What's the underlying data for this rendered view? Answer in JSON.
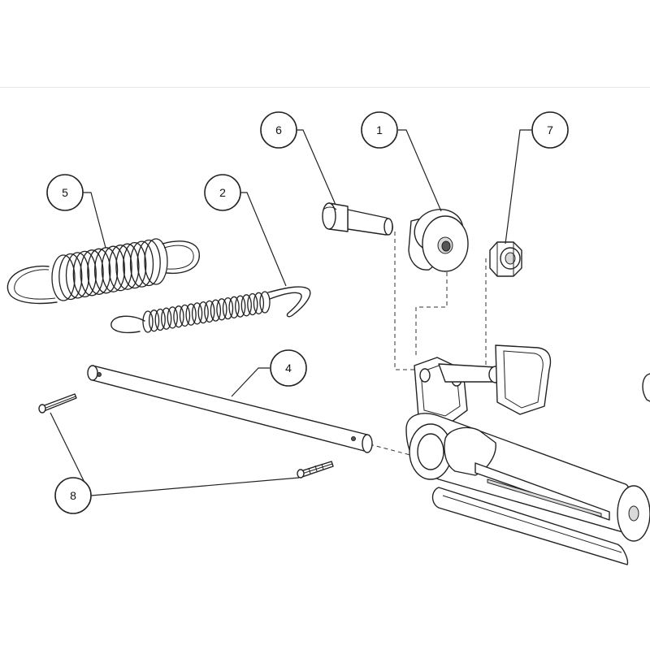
{
  "callouts": [
    {
      "id": "1",
      "label": "1"
    },
    {
      "id": "2",
      "label": "2"
    },
    {
      "id": "4",
      "label": "4"
    },
    {
      "id": "5",
      "label": "5"
    },
    {
      "id": "6",
      "label": "6"
    },
    {
      "id": "7",
      "label": "7"
    },
    {
      "id": "8",
      "label": "8"
    }
  ],
  "colors": {
    "line": "#222222",
    "background": "#ffffff",
    "shade": "#d9d9d9"
  }
}
